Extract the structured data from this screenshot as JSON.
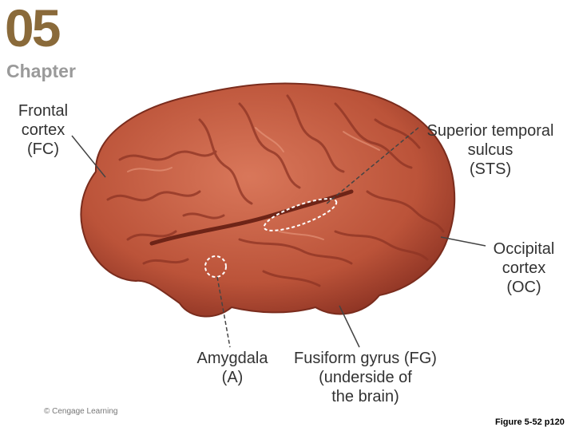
{
  "chapter": {
    "number": "05",
    "word": "Chapter"
  },
  "labels": {
    "frontal": [
      "Frontal",
      "cortex",
      "(FC)"
    ],
    "sts": [
      "Superior temporal",
      "sulcus",
      "(STS)"
    ],
    "occipital": [
      "Occipital",
      "cortex",
      "(OC)"
    ],
    "amygdala": [
      "Amygdala",
      "(A)"
    ],
    "fusiform": [
      "Fusiform gyrus (FG)",
      "(underside of",
      "the brain)"
    ]
  },
  "credit": "© Cengage Learning",
  "figure_ref": "Figure 5-52 p120",
  "colors": {
    "brain": "#c0583f",
    "brain_dark": "#8e3424",
    "brain_light": "#dd8a6e",
    "line": "#444444"
  }
}
